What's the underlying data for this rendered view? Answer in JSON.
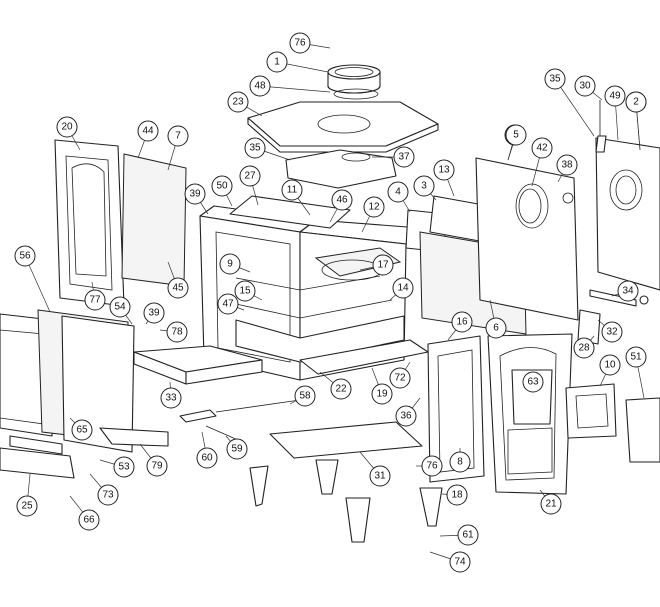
{
  "diagram": {
    "callouts": [
      {
        "label": "76"
      },
      {
        "label": "1"
      },
      {
        "label": "48"
      },
      {
        "label": "23"
      },
      {
        "label": "35"
      },
      {
        "label": "37"
      },
      {
        "label": "20"
      },
      {
        "label": "44"
      },
      {
        "label": "7"
      },
      {
        "label": "27"
      },
      {
        "label": "11"
      },
      {
        "label": "46"
      },
      {
        "label": "39"
      },
      {
        "label": "50"
      },
      {
        "label": "4"
      },
      {
        "label": "3"
      },
      {
        "label": "13"
      },
      {
        "label": "5"
      },
      {
        "label": "42"
      },
      {
        "label": "38"
      },
      {
        "label": "35"
      },
      {
        "label": "30"
      },
      {
        "label": "49"
      },
      {
        "label": "2"
      },
      {
        "label": "12"
      },
      {
        "label": "9"
      },
      {
        "label": "17"
      },
      {
        "label": "56"
      },
      {
        "label": "15"
      },
      {
        "label": "77"
      },
      {
        "label": "45"
      },
      {
        "label": "14"
      },
      {
        "label": "47"
      },
      {
        "label": "54"
      },
      {
        "label": "39"
      },
      {
        "label": "78"
      },
      {
        "label": "6"
      },
      {
        "label": "34"
      },
      {
        "label": "16"
      },
      {
        "label": "32"
      },
      {
        "label": "28"
      },
      {
        "label": "10"
      },
      {
        "label": "51"
      },
      {
        "label": "63"
      },
      {
        "label": "33"
      },
      {
        "label": "22"
      },
      {
        "label": "72"
      },
      {
        "label": "19"
      },
      {
        "label": "58"
      },
      {
        "label": "36"
      },
      {
        "label": "65"
      },
      {
        "label": "53"
      },
      {
        "label": "79"
      },
      {
        "label": "60"
      },
      {
        "label": "59"
      },
      {
        "label": "31"
      },
      {
        "label": "76"
      },
      {
        "label": "8"
      },
      {
        "label": "73"
      },
      {
        "label": "25"
      },
      {
        "label": "66"
      },
      {
        "label": "21"
      },
      {
        "label": "18"
      },
      {
        "label": "61"
      },
      {
        "label": "74"
      },
      {
        "label": "5"
      },
      {
        "label": "2"
      }
    ]
  }
}
